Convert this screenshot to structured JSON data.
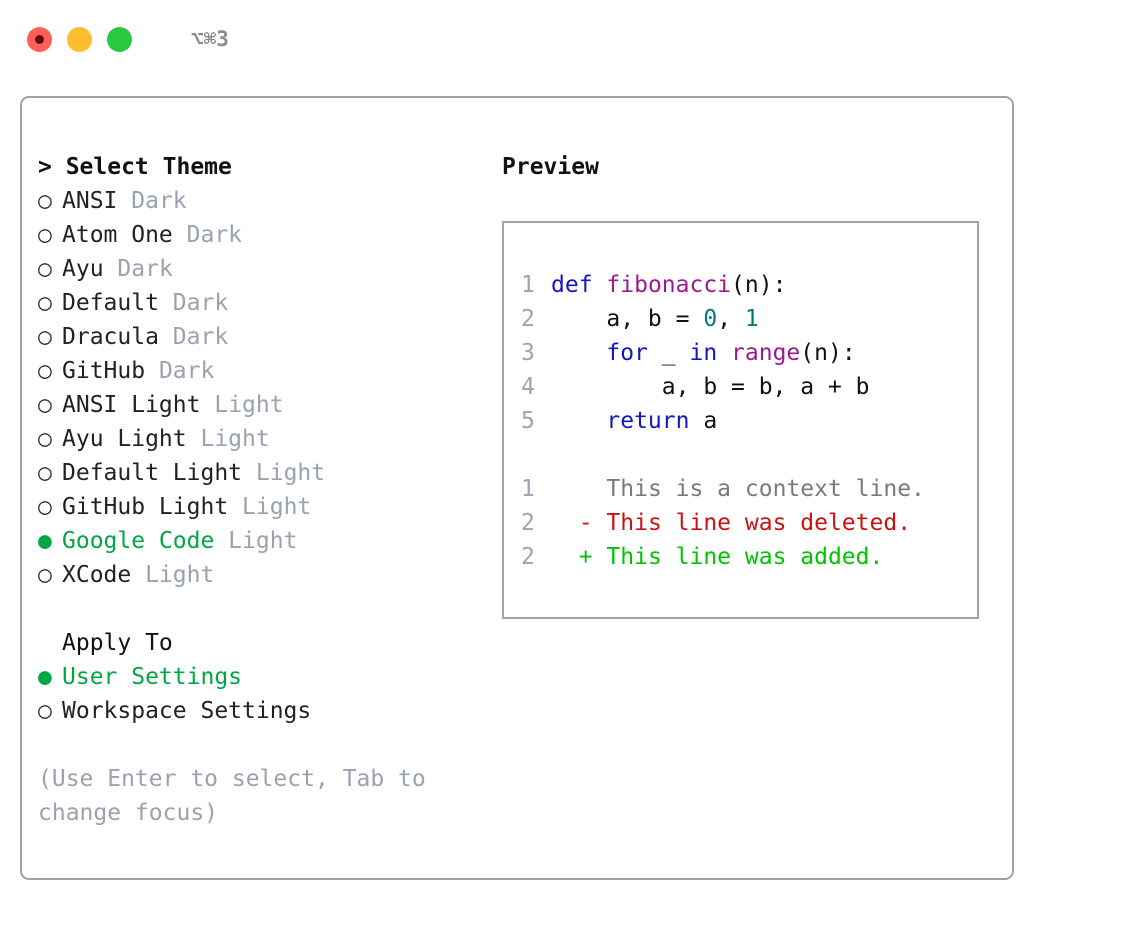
{
  "window": {
    "title": "⌥⌘3",
    "traffic_lights": [
      {
        "name": "close-button",
        "color": "#ff5f57"
      },
      {
        "name": "minimize-button",
        "color": "#febc2e"
      },
      {
        "name": "maximize-button",
        "color": "#28c840"
      }
    ],
    "border_color": "#9aa5b4"
  },
  "theme_picker": {
    "header": "> Select Theme",
    "selected_bullet": "●",
    "unselected_bullet": "○",
    "items": [
      {
        "bullet": "○",
        "name": "ANSI",
        "tag": "Dark",
        "selected": false
      },
      {
        "bullet": "○",
        "name": "Atom One",
        "tag": "Dark",
        "selected": false
      },
      {
        "bullet": "○",
        "name": "Ayu",
        "tag": "Dark",
        "selected": false
      },
      {
        "bullet": "○",
        "name": "Default",
        "tag": "Dark",
        "selected": false
      },
      {
        "bullet": "○",
        "name": "Dracula",
        "tag": "Dark",
        "selected": false
      },
      {
        "bullet": "○",
        "name": "GitHub",
        "tag": "Dark",
        "selected": false
      },
      {
        "bullet": "○",
        "name": "ANSI Light",
        "tag": "Light",
        "selected": false
      },
      {
        "bullet": "○",
        "name": "Ayu Light",
        "tag": "Light",
        "selected": false
      },
      {
        "bullet": "○",
        "name": "Default Light",
        "tag": "Light",
        "selected": false
      },
      {
        "bullet": "○",
        "name": "GitHub Light",
        "tag": "Light",
        "selected": false
      },
      {
        "bullet": "●",
        "name": "Google Code",
        "tag": "Light",
        "selected": true
      },
      {
        "bullet": "○",
        "name": "XCode",
        "tag": "Light",
        "selected": false
      }
    ]
  },
  "apply_to": {
    "header": "Apply To",
    "items": [
      {
        "bullet": "●",
        "label": "User Settings",
        "selected": true
      },
      {
        "bullet": "○",
        "label": "Workspace Settings",
        "selected": false
      }
    ]
  },
  "hint": "(Use Enter to select, Tab to change focus)",
  "preview": {
    "title": "Preview",
    "code_lines": [
      {
        "n": "1",
        "tokens": [
          {
            "t": "def",
            "c": "kw"
          },
          {
            "t": " ",
            "c": "plain"
          },
          {
            "t": "fibonacci",
            "c": "fn"
          },
          {
            "t": "(n):",
            "c": "punc"
          }
        ]
      },
      {
        "n": "2",
        "tokens": [
          {
            "t": "    a, b = ",
            "c": "plain"
          },
          {
            "t": "0",
            "c": "num"
          },
          {
            "t": ", ",
            "c": "plain"
          },
          {
            "t": "1",
            "c": "num"
          }
        ]
      },
      {
        "n": "3",
        "tokens": [
          {
            "t": "    ",
            "c": "plain"
          },
          {
            "t": "for",
            "c": "kw"
          },
          {
            "t": " _ ",
            "c": "plain"
          },
          {
            "t": "in",
            "c": "kw"
          },
          {
            "t": " ",
            "c": "plain"
          },
          {
            "t": "range",
            "c": "fn"
          },
          {
            "t": "(n):",
            "c": "punc"
          }
        ]
      },
      {
        "n": "4",
        "tokens": [
          {
            "t": "        a, b = b, a + b",
            "c": "plain"
          }
        ]
      },
      {
        "n": "5",
        "tokens": [
          {
            "t": "    ",
            "c": "plain"
          },
          {
            "t": "return",
            "c": "kw"
          },
          {
            "t": " a",
            "c": "plain"
          }
        ]
      }
    ],
    "diff_lines": [
      {
        "n": "1",
        "marker": " ",
        "text": " This is a context line.",
        "kind": "diff-ctx"
      },
      {
        "n": "2",
        "marker": "-",
        "text": " This line was deleted.",
        "kind": "diff-del"
      },
      {
        "n": "2",
        "marker": "+",
        "text": " This line was added.",
        "kind": "diff-add"
      }
    ]
  },
  "colors": {
    "accent_green": "#00a843",
    "muted": "#9aa2b0",
    "border": "#9aa5b4",
    "keyword": "#1515c4",
    "function": "#9b1a8f",
    "number": "#04787a",
    "diff_add": "#00c400",
    "diff_del": "#cc1111",
    "diff_ctx": "#7a7a7a"
  }
}
